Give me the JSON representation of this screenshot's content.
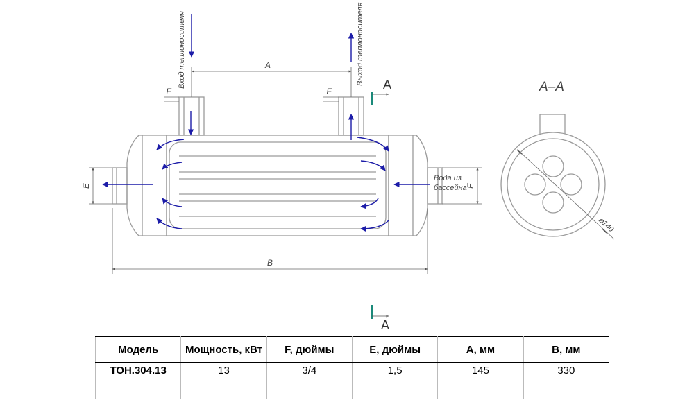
{
  "drawing": {
    "dim_a": "A",
    "dim_b": "B",
    "dim_e": "E",
    "dim_f": "F",
    "section_mark": "A",
    "section_title": "А–А",
    "inlet_label": "Вход теплоносителя",
    "outlet_label": "Выход теплоносителя",
    "pool_water_label_1": "Вода из",
    "pool_water_label_2": "бассейна",
    "diameter_label": "⌀140"
  },
  "table": {
    "headers": [
      "Модель",
      "Мощность, кВт",
      "F, дюймы",
      "E, дюймы",
      "A, мм",
      "B, мм"
    ],
    "rows": [
      [
        "ТОН.304.13",
        "13",
        "3/4",
        "1,5",
        "145",
        "330"
      ]
    ]
  },
  "colors": {
    "flow_arrows": "#1c1ca8",
    "section_marker": "#1a8a7a",
    "outline": "#9a9a9a"
  }
}
